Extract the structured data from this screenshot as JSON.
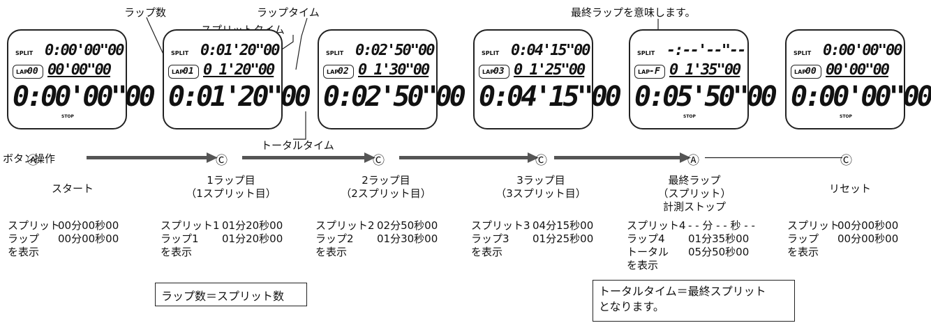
{
  "callouts": {
    "lap_count": "ラップ数",
    "lap_time": "ラップタイム",
    "split_time": "スプリットタイム",
    "total_time": "トータルタイム",
    "final_lap_meaning": "最終ラップを意味します。"
  },
  "button_label": "ボタン操作",
  "watches": [
    {
      "split_label": "SPLIT",
      "split": "0:00'00\"00",
      "lap_label": "LAP",
      "lap_num": "00",
      "lap": "00'00\"00",
      "main": "0:00'00\"00",
      "stop": "STOP"
    },
    {
      "split_label": "SPLIT",
      "split": "0:01'20\"00",
      "lap_label": "LAP",
      "lap_num": "01",
      "lap": "0 1'20\"00",
      "main": "0:01'20\"00",
      "stop": ""
    },
    {
      "split_label": "SPLIT",
      "split": "0:02'50\"00",
      "lap_label": "LAP",
      "lap_num": "02",
      "lap": "0 1'30\"00",
      "main": "0:02'50\"00",
      "stop": ""
    },
    {
      "split_label": "SPLIT",
      "split": "0:04'15\"00",
      "lap_label": "LAP",
      "lap_num": "03",
      "lap": "0 1'25\"00",
      "main": "0:04'15\"00",
      "stop": ""
    },
    {
      "split_label": "SPLIT",
      "split": "-:--'--\"--",
      "lap_label": "LAP",
      "lap_num": "-F",
      "lap": "0 1'35\"00",
      "main": "0:05'50\"00",
      "stop": "STOP"
    },
    {
      "split_label": "SPLIT",
      "split": "0:00'00\"00",
      "lap_label": "LAP",
      "lap_num": "00",
      "lap": "00'00\"00",
      "main": "0:00'00\"00",
      "stop": "STOP"
    }
  ],
  "buttons": [
    "Ⓐ",
    "Ⓒ",
    "Ⓒ",
    "Ⓒ",
    "Ⓐ",
    "Ⓒ"
  ],
  "steps": [
    [
      "スタート"
    ],
    [
      "1ラップ目",
      "（1スプリット目）"
    ],
    [
      "2ラップ目",
      "（2スプリット目）"
    ],
    [
      "3ラップ目",
      "（3スプリット目）"
    ],
    [
      "最終ラップ",
      "（スプリット）",
      "計測ストップ"
    ],
    [
      "リセット"
    ]
  ],
  "info": [
    [
      [
        "スプリット",
        "00分00秒00"
      ],
      [
        "ラップ",
        "00分00秒00"
      ],
      [
        "を表示",
        ""
      ]
    ],
    [
      [
        "スプリット1",
        "01分20秒00"
      ],
      [
        "ラップ1",
        "01分20秒00"
      ],
      [
        "を表示",
        ""
      ]
    ],
    [
      [
        "スプリット2",
        "02分50秒00"
      ],
      [
        "ラップ2",
        "01分30秒00"
      ],
      [
        "を表示",
        ""
      ]
    ],
    [
      [
        "スプリット3",
        "04分15秒00"
      ],
      [
        "ラップ3",
        "01分25秒00"
      ],
      [
        "を表示",
        ""
      ]
    ],
    [
      [
        "スプリット4",
        "- - 分 - - 秒 - -"
      ],
      [
        "ラップ4",
        "01分35秒00"
      ],
      [
        "トータル",
        "05分50秒00"
      ],
      [
        "を表示",
        ""
      ]
    ],
    [
      [
        "スプリット",
        "00分00秒00"
      ],
      [
        "ラップ",
        "00分00秒00"
      ],
      [
        "を表示",
        ""
      ]
    ]
  ],
  "notes": {
    "lap_equals_split": "ラップ数＝スプリット数",
    "total_equals_final": [
      "トータルタイム＝最終スプリット",
      "となります。"
    ]
  }
}
